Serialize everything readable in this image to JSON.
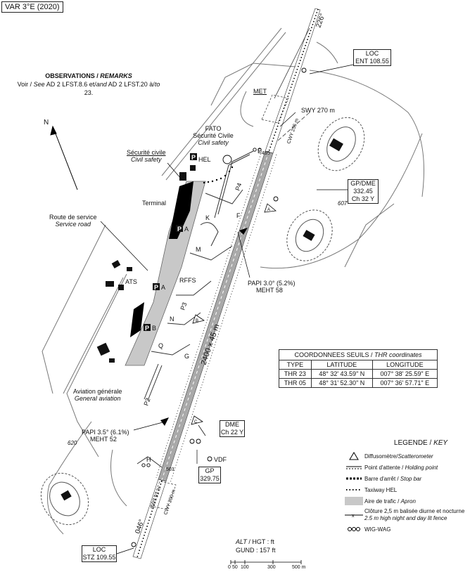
{
  "title": "VAR 3°E (2020)",
  "observations": {
    "heading_fr": "OBSERVATIONS",
    "heading_en": "REMARKS",
    "line_fr_1": "Voir / ",
    "line_en_1": "See",
    "line_fr_2": " AD 2 LFST.8.6 et/",
    "line_en_2": "and",
    "line_fr_3": " AD 2 LFST.20 à/",
    "line_en_3": "to",
    "line_fr_4": " 23."
  },
  "north_label": "N",
  "runway": {
    "dimensions": "2400 x 45 m",
    "heading_north": "226°",
    "heading_south": "046°",
    "cwy_north": "CWY 255 m",
    "cwy_south": "CWY 200 m",
    "swy_north": "SWY 270 m",
    "swy_south": "SWY 91 m",
    "threshold_north_elev": "495",
    "threshold_south_elev": "503"
  },
  "navaids": {
    "loc_north": {
      "line1": "LOC",
      "line2": "ENT 108.55"
    },
    "gp_dme": {
      "line1": "GP/DME",
      "line2": "332.45",
      "line3": "Ch 32 Y"
    },
    "dme": {
      "line1": "DME",
      "line2": "Ch 22 Y"
    },
    "gp": {
      "line1": "GP",
      "line2": "329.75"
    },
    "loc_south": {
      "line1": "LOC",
      "line2": "STZ 109.55"
    },
    "vdf": "VDF"
  },
  "labels": {
    "met": "MET",
    "fato_1": "FATO",
    "fato_2": "Sécurité Civile",
    "fato_3": "Civil safety",
    "securite_fr": "Sécurité civile",
    "securite_en": "Civil safety",
    "hel": "HEL",
    "terminal": "Terminal",
    "service_fr": "Route de service",
    "service_en": "Service road",
    "ats": "ATS",
    "rffs": "RFFS",
    "ga_fr": "Aviation générale",
    "ga_en": "General aviation",
    "papi_north_1": "PAPI 3.0° (5.2%)",
    "papi_north_2": "MEHT 58",
    "papi_south_1": "PAPI 3.5° (6.1%)",
    "papi_south_2": "MEHT 52",
    "spot_607": "607",
    "spot_620": "620",
    "parking": "P",
    "apron_a": "A",
    "apron_b": "B",
    "taxi_k": "K",
    "taxi_m": "M",
    "taxi_n": "N",
    "taxi_q": "Q",
    "taxi_e": "E",
    "taxi_f": "F",
    "taxi_g": "G",
    "taxi_h": "H",
    "taxi_p2": "P2",
    "taxi_p3": "P3",
    "taxi_p4": "P4",
    "scatter_a": "A",
    "scatter_b": "B",
    "scatter_c": "C"
  },
  "thr_table": {
    "caption_fr": "COORDONNEES SEUILS / ",
    "caption_en": "THR coordinates",
    "headers": [
      "TYPE",
      "LATITUDE",
      "LONGITUDE"
    ],
    "rows": [
      [
        "THR 23",
        "48° 32' 43.59\" N",
        "007° 38' 25.59\" E"
      ],
      [
        "THR 05",
        "48° 31' 52.30\" N",
        "007° 36' 57.71\" E"
      ]
    ]
  },
  "legend": {
    "title_fr": "LEGENDE / ",
    "title_en": "KEY",
    "items": [
      {
        "fr": "Diffusomètre/",
        "en": "Scatterometer"
      },
      {
        "fr": "Point d'attente / ",
        "en": "Holding point"
      },
      {
        "fr": "Barre d'arrêt / ",
        "en": "Stop bar"
      },
      {
        "fr": "Taxiway HEL",
        "en": ""
      },
      {
        "fr": "Aire de trafic / ",
        "en": "Apron"
      },
      {
        "fr": "Clôture 2,5 m balisée diurne et nocturne",
        "en": "2.5 m high night and day lit fence"
      },
      {
        "fr": "WIG-WAG",
        "en": ""
      }
    ]
  },
  "elevation": {
    "alt_label": "ALT",
    "hgt_label": "HGT",
    "unit": " : ft",
    "gund": "GUND : 157 ft"
  },
  "scale": {
    "ticks": [
      "0",
      "50",
      "100",
      "300",
      "500 m"
    ]
  },
  "colors": {
    "apron": "#c8c8c8",
    "runway": "#a9a9a9",
    "ink": "#1a1a1a"
  }
}
